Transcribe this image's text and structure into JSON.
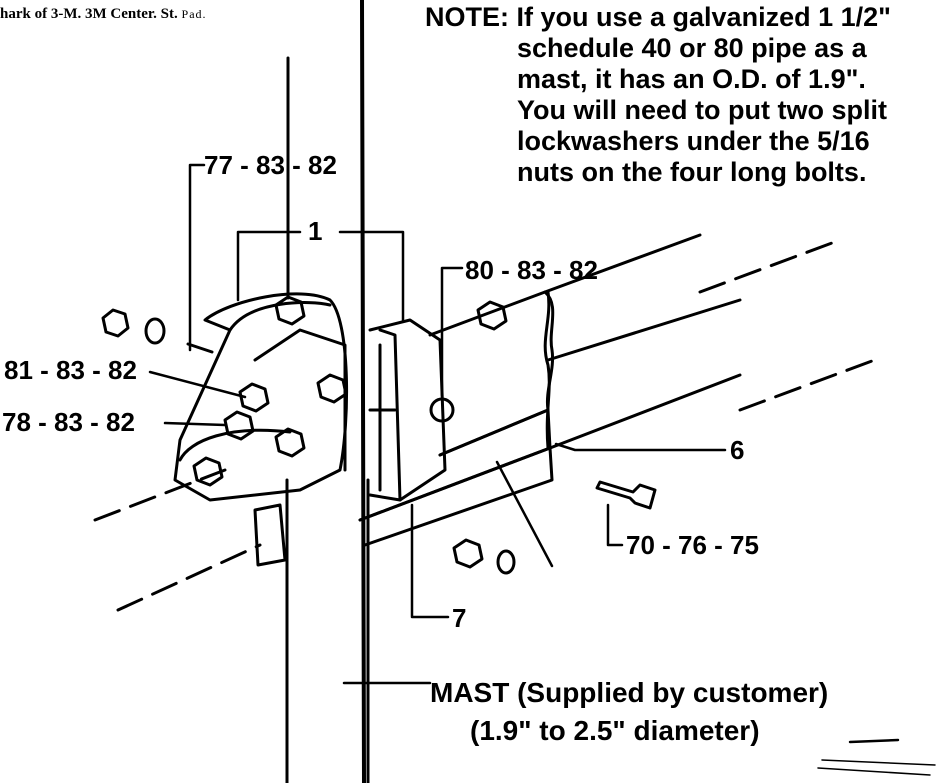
{
  "header": {
    "text": "hark of 3-M. 3M Center. St.",
    "faded": "Pad."
  },
  "note": {
    "lines": [
      "NOTE: If you use a galvanized 1 1/2\"",
      "schedule 40 or 80 pipe as a",
      "mast, it has an O.D. of 1.9\".",
      "You will need to put two split",
      "lockwashers under the 5/16",
      "nuts on the four long bolts."
    ]
  },
  "parts": {
    "p77": "77 - 83 - 82",
    "p1": "1",
    "p80": "80 - 83 - 82",
    "p81": "81 - 83 - 82",
    "p78": "78 - 83 - 82",
    "p6": "6",
    "p70": "70 - 76 - 75",
    "p7": "7"
  },
  "mast": {
    "label": "MAST (Supplied by customer)",
    "diameter": "(1.9\" to 2.5\" diameter)"
  }
}
